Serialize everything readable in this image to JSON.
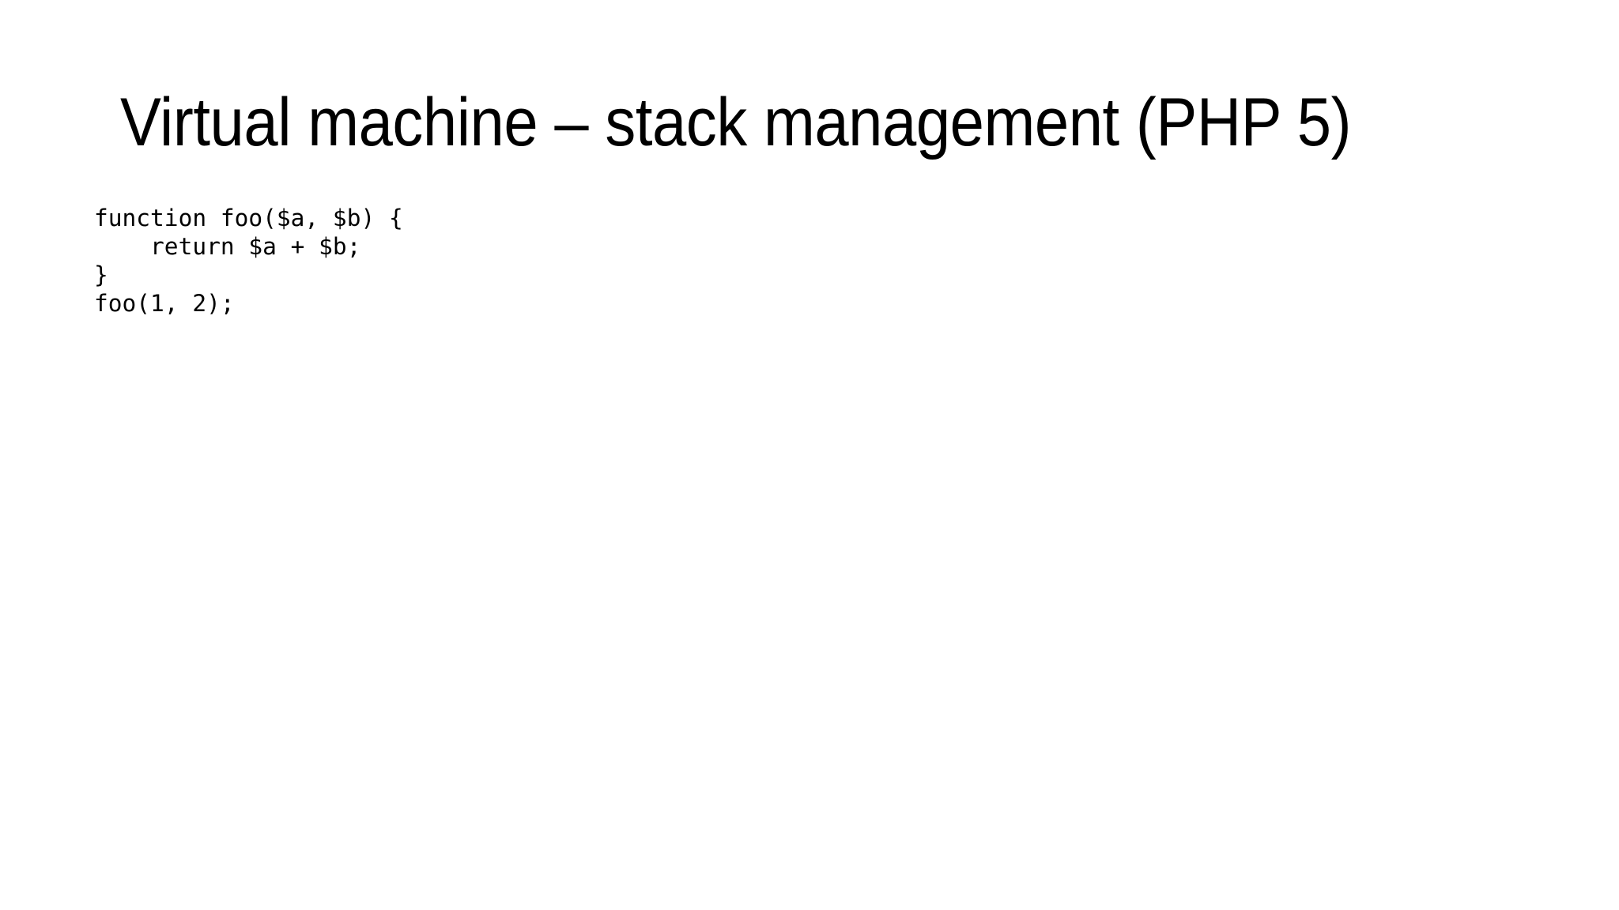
{
  "slide": {
    "background_color": "#ffffff",
    "text_color": "#000000",
    "title": "Virtual machine – stack management (PHP 5)",
    "code": {
      "language": "php",
      "lines": [
        "function foo($a, $b) {",
        "    return $a + $b;",
        "}",
        "foo(1, 2);"
      ]
    }
  }
}
